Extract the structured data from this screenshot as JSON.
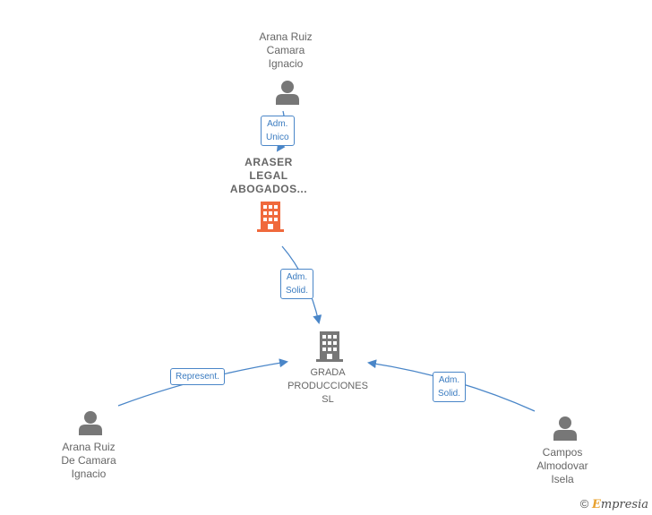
{
  "colors": {
    "edge": "#4a86c8",
    "person_icon": "#777777",
    "company_icon": "#777777",
    "company_main_icon": "#f0693c"
  },
  "nodes": {
    "person_top": {
      "label": "Arana Ruiz\nCamara\nIgnacio",
      "icon": "person-icon"
    },
    "company_araser": {
      "label": "ARASER\nLEGAL\nABOGADOS...",
      "icon": "building-icon"
    },
    "company_grada": {
      "label": "GRADA\nPRODUCCIONES\nSL",
      "icon": "building-icon"
    },
    "person_left": {
      "label": "Arana Ruiz\nDe Camara\nIgnacio",
      "icon": "person-icon"
    },
    "person_right": {
      "label": "Campos\nAlmodovar\nIsela",
      "icon": "person-icon"
    }
  },
  "edges": {
    "top_to_araser": {
      "label": "Adm.\nUnico"
    },
    "araser_to_grada": {
      "label": "Adm.\nSolid."
    },
    "left_to_grada": {
      "label": "Represent."
    },
    "right_to_grada": {
      "label": "Adm.\nSolid."
    }
  },
  "footer": {
    "copyright": "©",
    "brand_first": "E",
    "brand_rest": "mpresia"
  }
}
